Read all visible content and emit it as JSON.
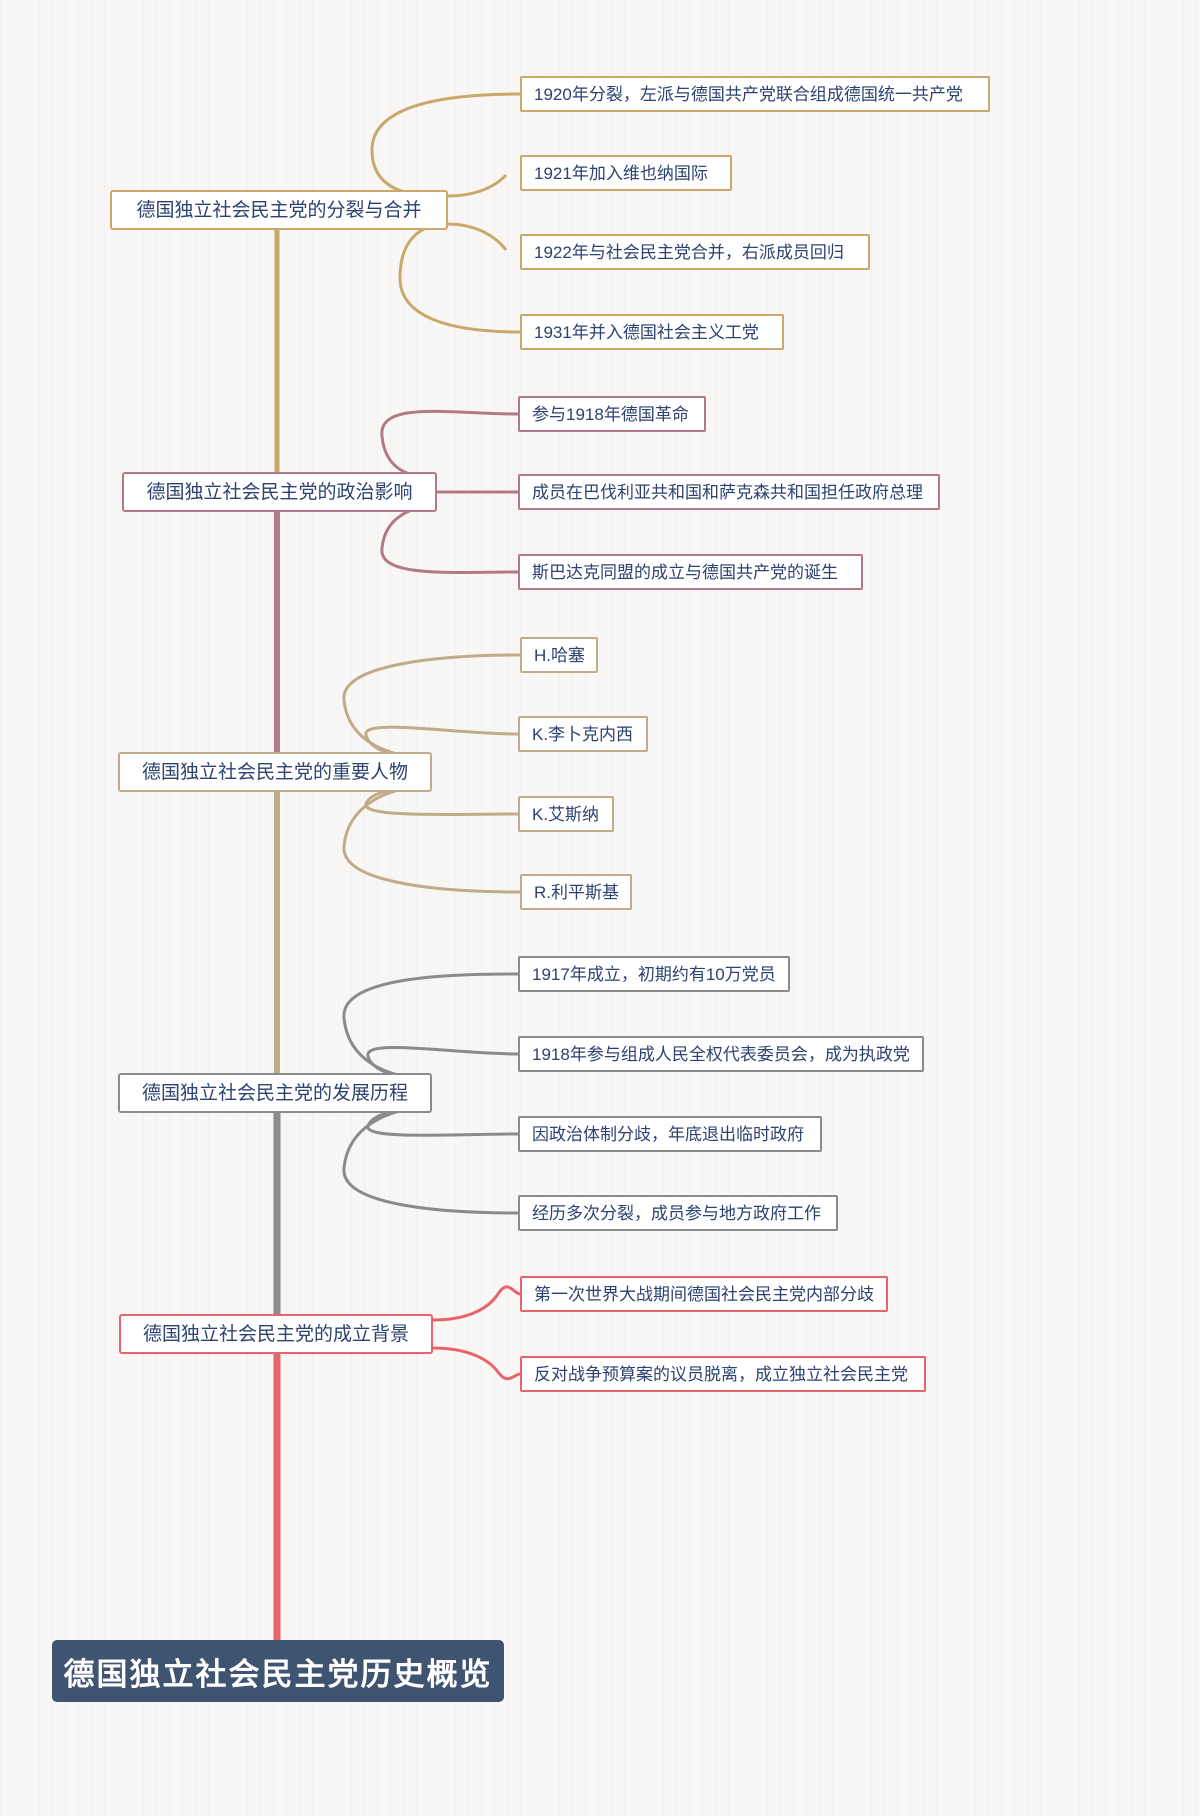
{
  "diagram": {
    "type": "mindmap",
    "root": {
      "label": "德国独立社会民主党历史概览",
      "fill": "#3e5470",
      "text_color": "#ffffff"
    },
    "spine_color": "#8b8b8b",
    "background": "#f8f7f5",
    "node_text_color": "#2d4270",
    "branches": [
      {
        "label": "德国独立社会民主党的分裂与合并",
        "color": "#c9a86a",
        "children": [
          "1920年分裂，左派与德国共产党联合组成德国统一共产党",
          "1921年加入维也纳国际",
          "1922年与社会民主党合并，右派成员回归",
          "1931年并入德国社会主义工党"
        ]
      },
      {
        "label": "德国独立社会民主党的政治影响",
        "color": "#b07a86",
        "children": [
          "参与1918年德国革命",
          "成员在巴伐利亚共和国和萨克森共和国担任政府总理",
          "斯巴达克同盟的成立与德国共产党的诞生"
        ]
      },
      {
        "label": "德国独立社会民主党的重要人物",
        "color": "#c0ab8a",
        "children": [
          "H.哈塞",
          "K.李卜克内西",
          "K.艾斯纳",
          "R.利平斯基"
        ]
      },
      {
        "label": "德国独立社会民主党的发展历程",
        "color": "#8b8b8b",
        "children": [
          "1917年成立，初期约有10万党员",
          "1918年参与组成人民全权代表委员会，成为执政党",
          "因政治体制分歧，年底退出临时政府",
          "经历多次分裂，成员参与地方政府工作"
        ]
      },
      {
        "label": "德国独立社会民主党的成立背景",
        "color": "#e8636a",
        "children": [
          "第一次世界大战期间德国社会民主党内部分歧",
          "反对战争预算案的议员脱离，成立独立社会民主党"
        ]
      }
    ]
  }
}
